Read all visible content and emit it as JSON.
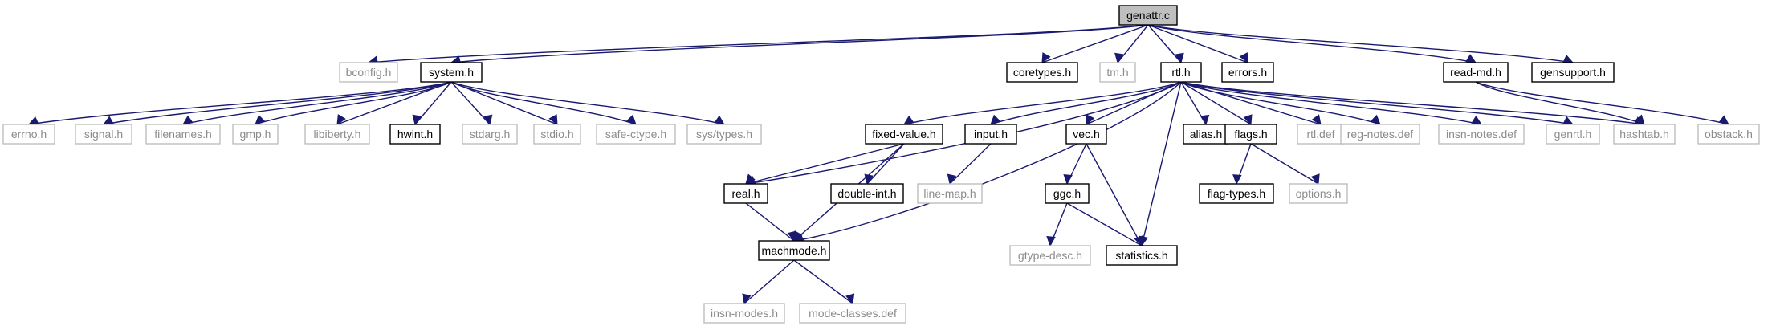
{
  "colors": {
    "edge": "#191970",
    "root_fill": "#bfbfbf",
    "documented_border": "#000000",
    "undocumented_border": "#bfbfbf",
    "documented_text": "#000000",
    "undocumented_text": "#8c8c8c",
    "node_fill": "#ffffff"
  },
  "nodes": [
    {
      "id": "genattr_c",
      "label": "genattr.c",
      "style": "root"
    },
    {
      "id": "bconfig_h",
      "label": "bconfig.h",
      "style": "undocumented"
    },
    {
      "id": "system_h",
      "label": "system.h",
      "style": "documented"
    },
    {
      "id": "coretypes_h",
      "label": "coretypes.h",
      "style": "documented"
    },
    {
      "id": "tm_h",
      "label": "tm.h",
      "style": "undocumented"
    },
    {
      "id": "rtl_h",
      "label": "rtl.h",
      "style": "documented"
    },
    {
      "id": "errors_h",
      "label": "errors.h",
      "style": "documented"
    },
    {
      "id": "read_md_h",
      "label": "read-md.h",
      "style": "documented"
    },
    {
      "id": "gensupport_h",
      "label": "gensupport.h",
      "style": "documented"
    },
    {
      "id": "errno_h",
      "label": "errno.h",
      "style": "undocumented"
    },
    {
      "id": "signal_h",
      "label": "signal.h",
      "style": "undocumented"
    },
    {
      "id": "filenames_h",
      "label": "filenames.h",
      "style": "undocumented"
    },
    {
      "id": "gmp_h",
      "label": "gmp.h",
      "style": "undocumented"
    },
    {
      "id": "libiberty_h",
      "label": "libiberty.h",
      "style": "undocumented"
    },
    {
      "id": "hwint_h",
      "label": "hwint.h",
      "style": "documented"
    },
    {
      "id": "stdarg_h",
      "label": "stdarg.h",
      "style": "undocumented"
    },
    {
      "id": "stdio_h",
      "label": "stdio.h",
      "style": "undocumented"
    },
    {
      "id": "safe_ctype_h",
      "label": "safe-ctype.h",
      "style": "undocumented"
    },
    {
      "id": "sys_types_h",
      "label": "sys/types.h",
      "style": "undocumented"
    },
    {
      "id": "fixed_value_h",
      "label": "fixed-value.h",
      "style": "documented"
    },
    {
      "id": "input_h",
      "label": "input.h",
      "style": "documented"
    },
    {
      "id": "vec_h",
      "label": "vec.h",
      "style": "documented"
    },
    {
      "id": "alias_h",
      "label": "alias.h",
      "style": "documented"
    },
    {
      "id": "flags_h",
      "label": "flags.h",
      "style": "documented"
    },
    {
      "id": "rtl_def",
      "label": "rtl.def",
      "style": "undocumented"
    },
    {
      "id": "reg_notes_def",
      "label": "reg-notes.def",
      "style": "undocumented"
    },
    {
      "id": "insn_notes_def",
      "label": "insn-notes.def",
      "style": "undocumented"
    },
    {
      "id": "genrtl_h",
      "label": "genrtl.h",
      "style": "undocumented"
    },
    {
      "id": "hashtab_h",
      "label": "hashtab.h",
      "style": "undocumented"
    },
    {
      "id": "obstack_h",
      "label": "obstack.h",
      "style": "undocumented"
    },
    {
      "id": "real_h",
      "label": "real.h",
      "style": "documented"
    },
    {
      "id": "double_int_h",
      "label": "double-int.h",
      "style": "documented"
    },
    {
      "id": "line_map_h",
      "label": "line-map.h",
      "style": "undocumented"
    },
    {
      "id": "ggc_h",
      "label": "ggc.h",
      "style": "documented"
    },
    {
      "id": "flag_types_h",
      "label": "flag-types.h",
      "style": "documented"
    },
    {
      "id": "options_h",
      "label": "options.h",
      "style": "undocumented"
    },
    {
      "id": "machmode_h",
      "label": "machmode.h",
      "style": "documented"
    },
    {
      "id": "gtype_desc_h",
      "label": "gtype-desc.h",
      "style": "undocumented"
    },
    {
      "id": "statistics_h",
      "label": "statistics.h",
      "style": "documented"
    },
    {
      "id": "insn_modes_h",
      "label": "insn-modes.h",
      "style": "undocumented"
    },
    {
      "id": "mode_classes_def",
      "label": "mode-classes.def",
      "style": "undocumented"
    }
  ],
  "edges": [
    [
      "genattr_c",
      "bconfig_h"
    ],
    [
      "genattr_c",
      "system_h"
    ],
    [
      "genattr_c",
      "coretypes_h"
    ],
    [
      "genattr_c",
      "tm_h"
    ],
    [
      "genattr_c",
      "rtl_h"
    ],
    [
      "genattr_c",
      "errors_h"
    ],
    [
      "genattr_c",
      "read_md_h"
    ],
    [
      "genattr_c",
      "gensupport_h"
    ],
    [
      "system_h",
      "errno_h"
    ],
    [
      "system_h",
      "signal_h"
    ],
    [
      "system_h",
      "filenames_h"
    ],
    [
      "system_h",
      "gmp_h"
    ],
    [
      "system_h",
      "libiberty_h"
    ],
    [
      "system_h",
      "hwint_h"
    ],
    [
      "system_h",
      "stdarg_h"
    ],
    [
      "system_h",
      "stdio_h"
    ],
    [
      "system_h",
      "safe_ctype_h"
    ],
    [
      "system_h",
      "sys_types_h"
    ],
    [
      "rtl_h",
      "real_h"
    ],
    [
      "rtl_h",
      "fixed_value_h"
    ],
    [
      "rtl_h",
      "input_h"
    ],
    [
      "rtl_h",
      "machmode_h"
    ],
    [
      "rtl_h",
      "vec_h"
    ],
    [
      "rtl_h",
      "statistics_h"
    ],
    [
      "rtl_h",
      "alias_h"
    ],
    [
      "rtl_h",
      "flags_h"
    ],
    [
      "rtl_h",
      "rtl_def"
    ],
    [
      "rtl_h",
      "reg_notes_def"
    ],
    [
      "rtl_h",
      "insn_notes_def"
    ],
    [
      "rtl_h",
      "genrtl_h"
    ],
    [
      "rtl_h",
      "hashtab_h"
    ],
    [
      "read_md_h",
      "hashtab_h"
    ],
    [
      "read_md_h",
      "obstack_h"
    ],
    [
      "fixed_value_h",
      "real_h"
    ],
    [
      "fixed_value_h",
      "double_int_h"
    ],
    [
      "fixed_value_h",
      "machmode_h"
    ],
    [
      "real_h",
      "machmode_h"
    ],
    [
      "input_h",
      "line_map_h"
    ],
    [
      "vec_h",
      "ggc_h"
    ],
    [
      "vec_h",
      "statistics_h"
    ],
    [
      "ggc_h",
      "gtype_desc_h"
    ],
    [
      "ggc_h",
      "statistics_h"
    ],
    [
      "flags_h",
      "flag_types_h"
    ],
    [
      "flags_h",
      "options_h"
    ],
    [
      "machmode_h",
      "insn_modes_h"
    ],
    [
      "machmode_h",
      "mode_classes_def"
    ]
  ]
}
